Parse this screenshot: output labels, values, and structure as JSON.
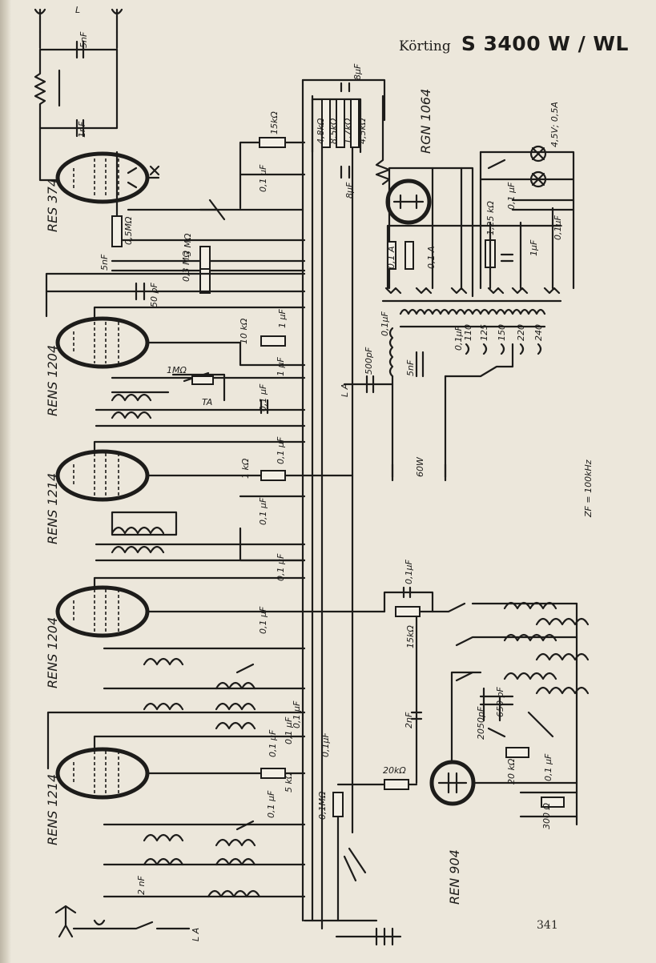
{
  "header": {
    "brand": "Körting",
    "model": "S 3400 W / WL"
  },
  "page_number": "341",
  "tubes": {
    "res374": "RES 374",
    "rens1204_a": "RENS 1204",
    "rens1214_a": "RENS 1214",
    "rens1204_b": "RENS 1204",
    "rens1214_b": "RENS 1214",
    "rgn1064": "RGN 1064",
    "ren904": "REN 904"
  },
  "labels": {
    "cap_5nf_top": "5nF",
    "ant_l": "L",
    "cap_1nf": "1nF",
    "cap_8uf_top": "8μF",
    "res_15k_top": "15kΩ",
    "div_48k": "4,8kΩ",
    "div_85k": "8,5kΩ",
    "div_17k": "1,7kΩ",
    "div_45k": "4,5kΩ",
    "cap_8uf_mid": "8μF",
    "cap_01uf_a": "0,1 μF",
    "res_05m": "0,5MΩ",
    "res_3m": "3 MΩ",
    "res_03m": "0,3 MΩ",
    "cap_5nf_left": "5nF",
    "cap_50pf": "50 pF",
    "pilot_lamps": "4,5V; 0,5A",
    "cap_01uf_b": "0,1 μF",
    "cap_01uf_c": "0,1μF",
    "res_125k": "1,25 kΩ",
    "cap_1uf": "1μF",
    "cap_01a_1": "0,1 A",
    "cap_01a_2": "0,1 A",
    "res_10k": "10 kΩ",
    "cap_1uf_b": "1 μF",
    "cap_1uf_c": "1 μF",
    "res_1m": "1MΩ",
    "ta": "TA",
    "cap_01uf_d": "0,1μF",
    "cap_01uf_e": "0,1μF",
    "mains_110": "110",
    "mains_125": "125",
    "mains_150": "150",
    "mains_220": "220",
    "mains_240": "240",
    "la": "L A",
    "cap_500pf": "500pF",
    "cap_5nf_b": "5nF",
    "cap_01uf_f": "0,1 μF",
    "w60": "60W",
    "zf": "ZF = 100kHz",
    "res_1k": "1 kΩ",
    "cap_01uf_g": "0,1 μF",
    "cap_01uf_h": "0,1 μF",
    "cap_01uf_i": "0,1 μF",
    "cap_01uf_j": "0,1 μF",
    "cap_01uf_k": "0,1μF",
    "res_15k_b": "15kΩ",
    "cap_01uf_l": "0,1 μF",
    "cap_2nf": "2nF",
    "cap_2050pf": "2050pF",
    "cap_650pf": "650 pF",
    "res_20k_a": "20kΩ",
    "res_20k_b": "20 kΩ",
    "cap_01uf_m": "0,1 μF",
    "res_300": "300 Ω",
    "cap_01uf_n": "0,1 μF",
    "cap_01uf_o": "0,1 μF",
    "cap_01uf_p": "0,1μF",
    "res_5k": "5 kΩ",
    "cap_01uf_q": "0,1 μF",
    "res_01m": "0,1MΩ",
    "cap_2nf_b": "2 nF",
    "bottom_la": "L A"
  }
}
